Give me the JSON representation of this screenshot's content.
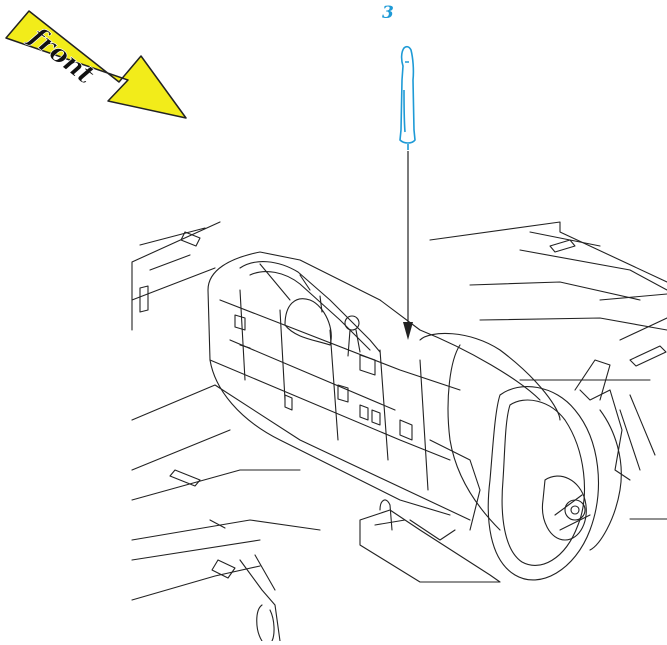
{
  "direction_arrow": {
    "text": "front",
    "fill_color": "#f2ec1a",
    "outline_color": "#222222"
  },
  "part": {
    "number": "3",
    "color": "#1e9ad6",
    "name": "antenna-mast"
  },
  "line_color": "#222222"
}
